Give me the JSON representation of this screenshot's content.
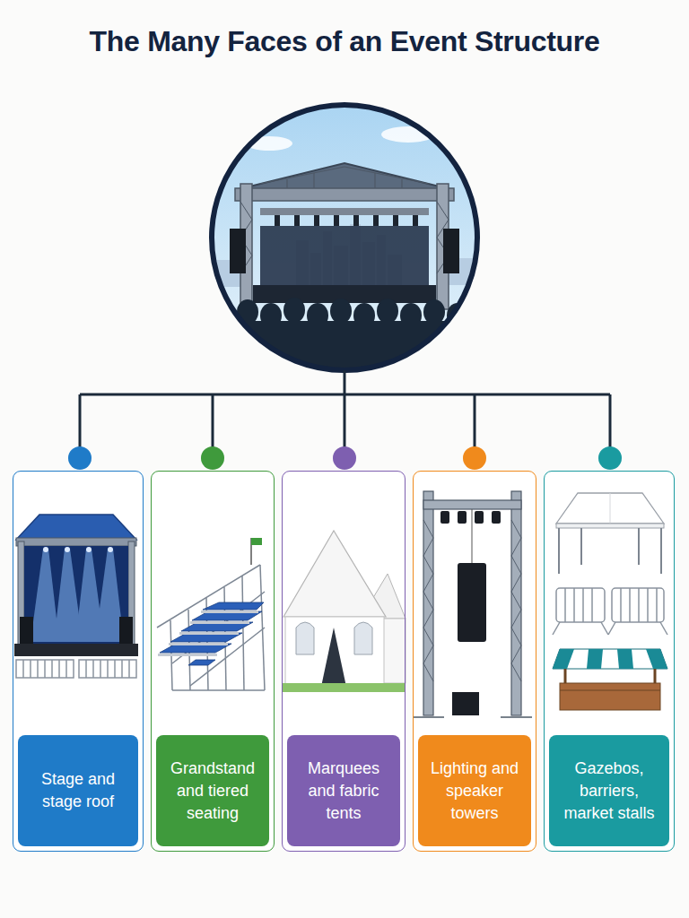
{
  "diagram": {
    "title": "The Many Faces of an Event Structure",
    "nodes": [
      {
        "text": [
          "Stage and stage roof"
        ]
      },
      {
        "text": [
          "Grandstand and tiered seating"
        ]
      },
      {
        "text": [
          "Marquees and fabric tents"
        ]
      },
      {
        "text": [
          "Lighting and speaker towers"
        ]
      },
      {
        "text": [
          "Gazebos, barriers, market stalls"
        ]
      }
    ]
  }
}
